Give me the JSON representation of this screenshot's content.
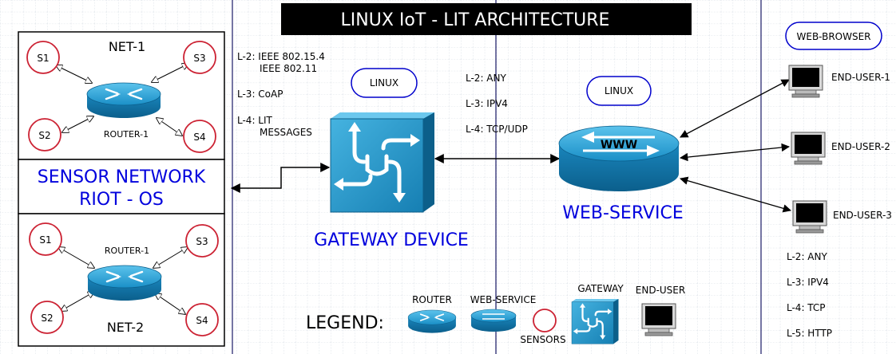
{
  "title": "LINUX IoT - LIT ARCHITECTURE",
  "net1": {
    "label": "NET-1",
    "router": "ROUTER-1",
    "sensors": [
      "S1",
      "S2",
      "S3",
      "S4"
    ]
  },
  "net2": {
    "label": "NET-2",
    "router": "ROUTER-1",
    "sensors": [
      "S1",
      "S2",
      "S3",
      "S4"
    ]
  },
  "sensor_network": {
    "line1": "SENSOR NETWORK",
    "line2": "RIOT - OS"
  },
  "gateway_protocols": {
    "l2_a": "L-2: IEEE 802.15.4",
    "l2_b": "IEEE 802.11",
    "l3": "L-3: CoAP",
    "l4_a": "L-4: LIT",
    "l4_b": "MESSAGES"
  },
  "gateway": {
    "os": "LINUX",
    "label": "GATEWAY DEVICE"
  },
  "web_protocols": {
    "l2": "L-2: ANY",
    "l3": "L-3: IPV4",
    "l4": "L-4: TCP/UDP"
  },
  "web_service": {
    "os": "LINUX",
    "label": "WEB-SERVICE",
    "icon_text": "WWW"
  },
  "browser": {
    "label": "WEB-BROWSER",
    "users": [
      "END-USER-1",
      "END-USER-2",
      "END-USER-3"
    ]
  },
  "user_protocols": {
    "l2": "L-2: ANY",
    "l3": "L-3: IPV4",
    "l4": "L-4: TCP",
    "l5": "L-5: HTTP"
  },
  "legend": {
    "title": "LEGEND:",
    "router": "ROUTER",
    "web_service": "WEB-SERVICE",
    "sensors": "SENSORS",
    "gateway": "GATEWAY",
    "end_user": "END-USER"
  },
  "colors": {
    "router": "#1a8fc7",
    "gateway": "#2196c8",
    "sensor": "#cc2233",
    "text_blue": "#0000dd"
  }
}
